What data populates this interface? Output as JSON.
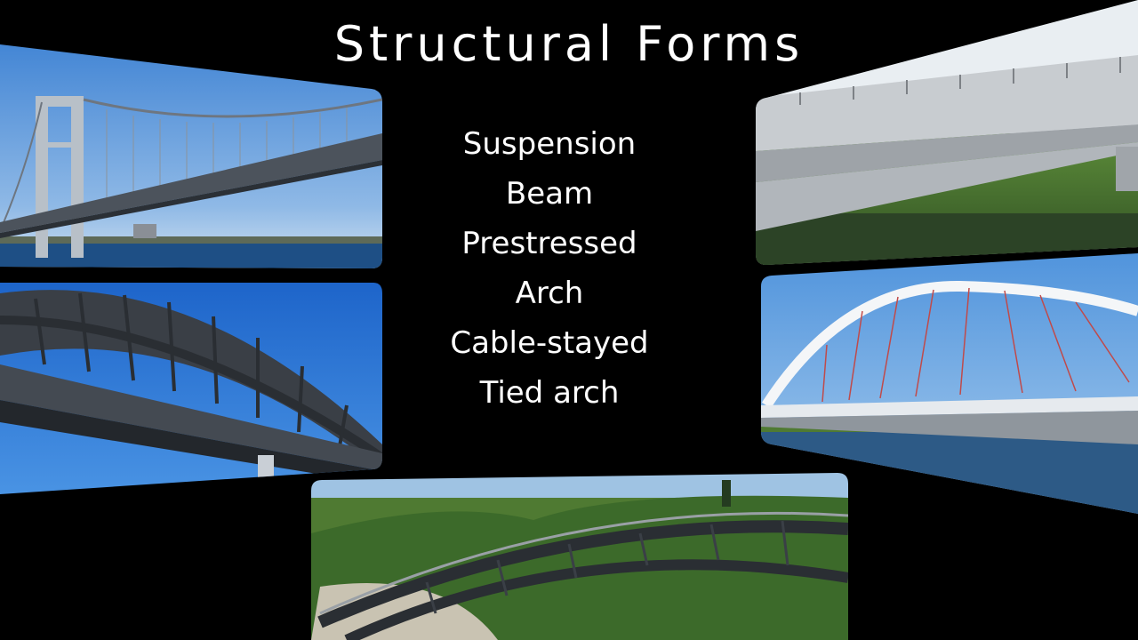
{
  "slide": {
    "title": "Structural Forms",
    "forms": [
      "Suspension",
      "Beam",
      "Prestressed",
      "Arch",
      "Cable-stayed",
      "Tied arch"
    ]
  },
  "photos": [
    {
      "name": "suspension-bridge-photo",
      "subject": "suspension bridge"
    },
    {
      "name": "steel-arch-bridge-photo",
      "subject": "steel arch bridge"
    },
    {
      "name": "beam-bridge-photo",
      "subject": "concrete beam bridge"
    },
    {
      "name": "tied-arch-bridge-photo",
      "subject": "white tied arch bridge"
    },
    {
      "name": "iron-arch-footbridge-photo",
      "subject": "iron arch footbridge"
    }
  ],
  "colors": {
    "background": "#000000",
    "text": "#ffffff",
    "sky": "#3f86d6",
    "steel": "#3a3f46",
    "foliage": "#4f7a32",
    "water": "#1e4f85"
  }
}
